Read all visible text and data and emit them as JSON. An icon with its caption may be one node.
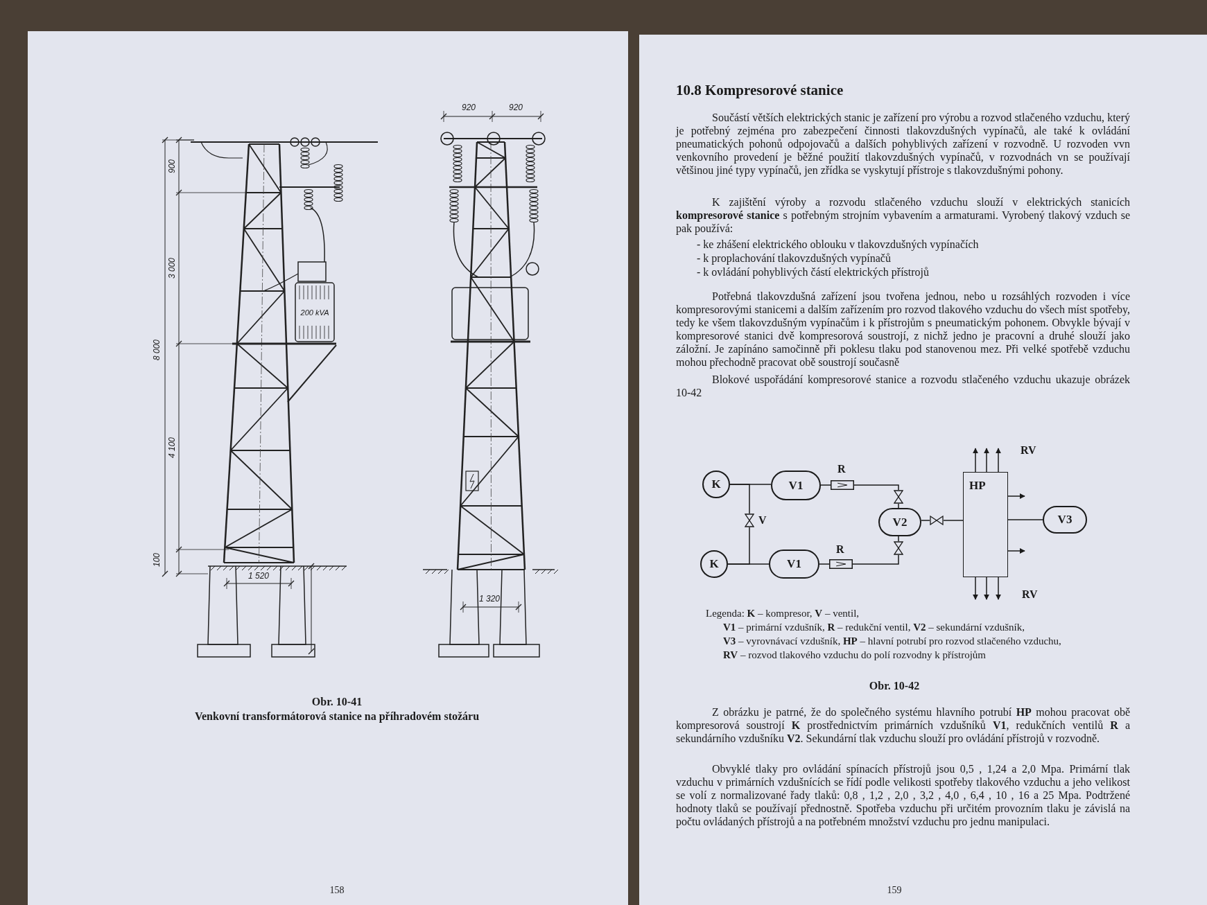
{
  "diagram": {
    "title": "10.8 Kompresorové stanice",
    "nodes": [
      {
        "text": [
          "K"
        ]
      },
      {
        "text": [
          "V1"
        ]
      },
      {
        "text": [],
        "shape": "box",
        "beside": [
          "R"
        ]
      },
      {
        "text": [],
        "shape": "valve"
      },
      {
        "text": [
          "HP"
        ]
      },
      {
        "text": [],
        "shape": "valve",
        "beside": [
          "V"
        ]
      },
      {
        "text": [
          "V2"
        ]
      },
      {
        "text": [],
        "shape": "valve"
      },
      {
        "text": [
          "V3"
        ]
      },
      {
        "text": [],
        "shape": "valve"
      },
      {
        "text": [
          "K"
        ]
      },
      {
        "text": [
          "V1"
        ]
      },
      {
        "text": [],
        "shape": "box",
        "beside": [
          "R"
        ]
      }
    ],
    "edges": [
      {
        "from": 0,
        "to": 1,
        "arrow": "none"
      },
      {
        "from": 0,
        "to": 5,
        "arrow": "none"
      },
      {
        "from": 10,
        "to": 5,
        "arrow": "none"
      },
      {
        "from": 10,
        "to": 11,
        "arrow": "none"
      },
      {
        "from": 1,
        "to": 2,
        "arrow": "none"
      },
      {
        "from": 2,
        "to": 3,
        "arrow": "none"
      },
      {
        "from": 3,
        "to": 6,
        "arrow": "none"
      },
      {
        "from": 11,
        "to": 12,
        "arrow": "none"
      },
      {
        "from": 12,
        "to": 9,
        "arrow": "none"
      },
      {
        "from": 9,
        "to": 6,
        "arrow": "none"
      },
      {
        "from": 6,
        "to": 7,
        "arrow": "none"
      },
      {
        "from": 7,
        "to": 4,
        "arrow": "none"
      },
      {
        "from": 4,
        "to": 8,
        "arrow": "none"
      },
      {
        "from": 4,
        "to": null,
        "arrow": "to"
      },
      {
        "from": 4,
        "to": null,
        "arrow": "to"
      },
      {
        "from": 4,
        "to": null,
        "arrow": "to"
      },
      {
        "from": 4,
        "to": null,
        "arrow": "to"
      },
      {
        "from": 4,
        "to": null,
        "arrow": "to"
      },
      {
        "from": 4,
        "to": null,
        "arrow": "to"
      },
      {
        "from": 4,
        "to": null,
        "arrow": "to"
      },
      {
        "from": 4,
        "to": null,
        "arrow": "to"
      }
    ],
    "labels": [
      "920",
      "920",
      "900",
      "3 000",
      "8 000",
      "200 kVA",
      "4 100",
      "100",
      "1 520",
      "1 320",
      "Obr. 10-41",
      "Venkovní transformátorová stanice na příhradovém stožáru",
      "158",
      "Součástí větších elektrických stanic je zařízení pro výrobu a rozvod stlačeného vzduchu, který je potřebný zejména pro zabezpečení činnosti tlakovzdušných vypínačů, ale také k ovládání pneumatických pohonů odpojovačů a dalších pohyblivých zařízení v rozvodně. U rozvoden vvn venkovního provedení je běžné použití tlakovzdušných vypínačů, v rozvodnách vn se používají většinou jiné typy vypínačů, jen zřídka se vyskytují přístroje s tlakovzdušnými pohony.",
      "K zajištění výroby a rozvodu stlačeného vzduchu slouží v elektrických stanicích **kompresorové stanice** s potřebným strojním vybavením a armaturami. Vyrobený tlakový vzduch se pak používá:",
      "- ke zhášení elektrického oblouku v tlakovzdušných vypínačích",
      "- k proplachování tlakovzdušných vypínačů",
      "- k ovládání pohyblivých částí elektrických přístrojů",
      "Potřebná tlakovzdušná zařízení jsou tvořena jednou, nebo u rozsáhlých rozvoden i více kompresorovými stanicemi a dalším zařízením pro rozvod tlakového vzduchu do všech míst spotřeby, tedy ke všem tlakovzdušným vypínačům i k přístrojům s pneumatickým pohonem. Obvykle bývají v kompresorové stanici dvě kompresorová soustrojí, z nichž jedno je pracovní a druhé slouží jako záložní. Je zapínáno samočinně při poklesu tlaku pod stanovenou mez. Při velké spotřebě vzduchu mohou přechodně pracovat obě soustrojí současně",
      "Blokové uspořádání kompresorové stanice a rozvodu stlačeného vzduchu ukazuje obrázek 10-42",
      "RV",
      "RV",
      "Legenda: **K** – kompresor, **V** – ventil,",
      "**V1** – primární vzdušník, **R** – redukční ventil, **V2** – sekundární vzdušník,",
      "**V3** – vyrovnávací vzdušník, **HP** – hlavní potrubí pro rozvod stlačeného vzduchu,",
      "**RV** – rozvod tlakového vzduchu do polí rozvodny k přístrojům",
      "Obr. 10-42",
      "Z obrázku je patrné, že do společného systému hlavního potrubí **HP** mohou pracovat obě kompresorová soustrojí **K** prostřednictvím primárních vzdušníků **V1**, redukčních ventilů **R** a sekundárního vzdušníku **V2**. Sekundární tlak vzduchu slouží pro ovládání přístrojů v rozvodně.",
      "Obvyklé tlaky pro ovládání spínacích přístrojů jsou 0,5 , 1,24 a 2,0 Mpa. Primární tlak vzduchu v primárních vzdušnících se řídí podle velikosti spotřeby tlakového vzduchu a jeho velikost se volí z normalizované řady tlaků: 0,8 , 1,2 , 2,0 , 3,2 , 4,0 , 6,4 , 10 , 16 a 25 Mpa. Podtržené hodnoty tlaků se používají přednostně. Spotřeba vzduchu při určitém provozním tlaku je závislá na počtu ovládaných přístrojů a na potřebném množství vzduchu pro jednu manipulaci.",
      "159"
    ]
  }
}
